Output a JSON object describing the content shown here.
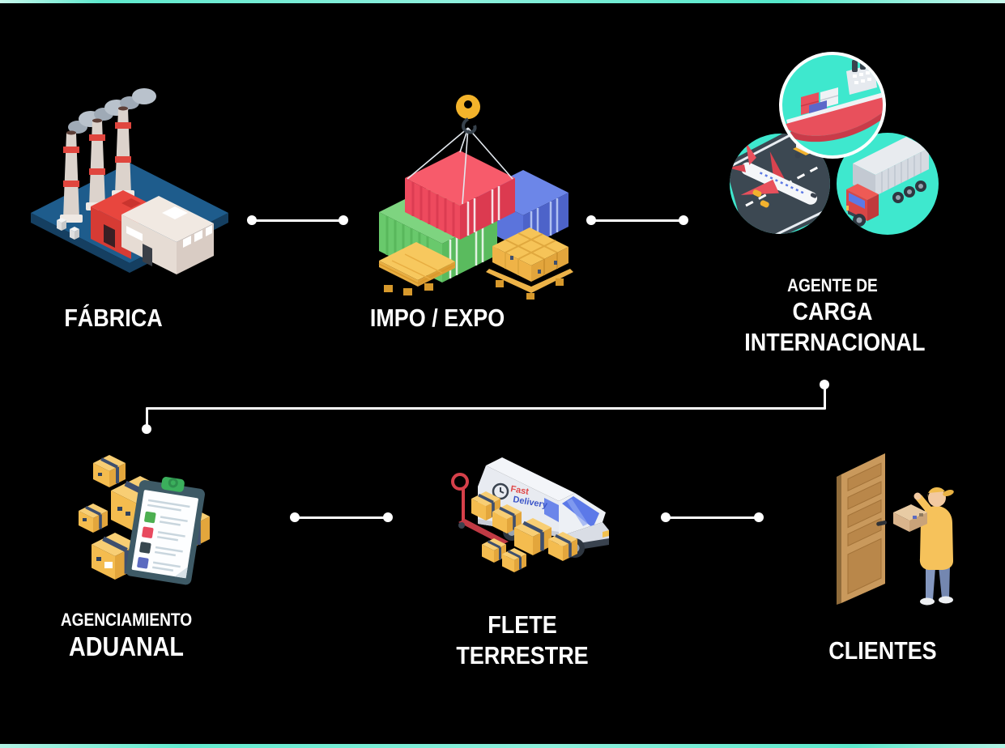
{
  "page": {
    "background_color": "#000000",
    "accent_bar_color": "#57E9CB",
    "connector_color": "#FFFFFF"
  },
  "nodes": {
    "fabrica": {
      "label": "FÁBRICA",
      "icon": "factory-icon"
    },
    "impo_expo": {
      "label": "IMPO / EXPO",
      "icon": "cargo-containers-icon"
    },
    "agente_carga": {
      "line1": "AGENTE DE",
      "line2": "CARGA",
      "line3": "INTERNACIONAL",
      "icon": "ship-plane-truck-circles-icon"
    },
    "agenciamiento": {
      "line1": "AGENCIAMIENTO",
      "line2": "ADUANAL",
      "icon": "boxes-checklist-icon"
    },
    "flete": {
      "line1": "FLETE",
      "line2": "TERRESTRE",
      "icon": "delivery-van-icon"
    },
    "clientes": {
      "label": "CLIENTES",
      "icon": "door-delivery-icon"
    }
  },
  "van": {
    "brand_line1": "Fast",
    "brand_line2": "Delivery"
  },
  "colors": {
    "circle_teal": "#3EE8CE",
    "box_yellow": "#F4BC4F",
    "container_red": "#EE4A5E",
    "container_green": "#69C96C",
    "container_blue": "#5B78DC",
    "platform_blue": "#1E5C8C",
    "door_tan": "#C9995C"
  }
}
